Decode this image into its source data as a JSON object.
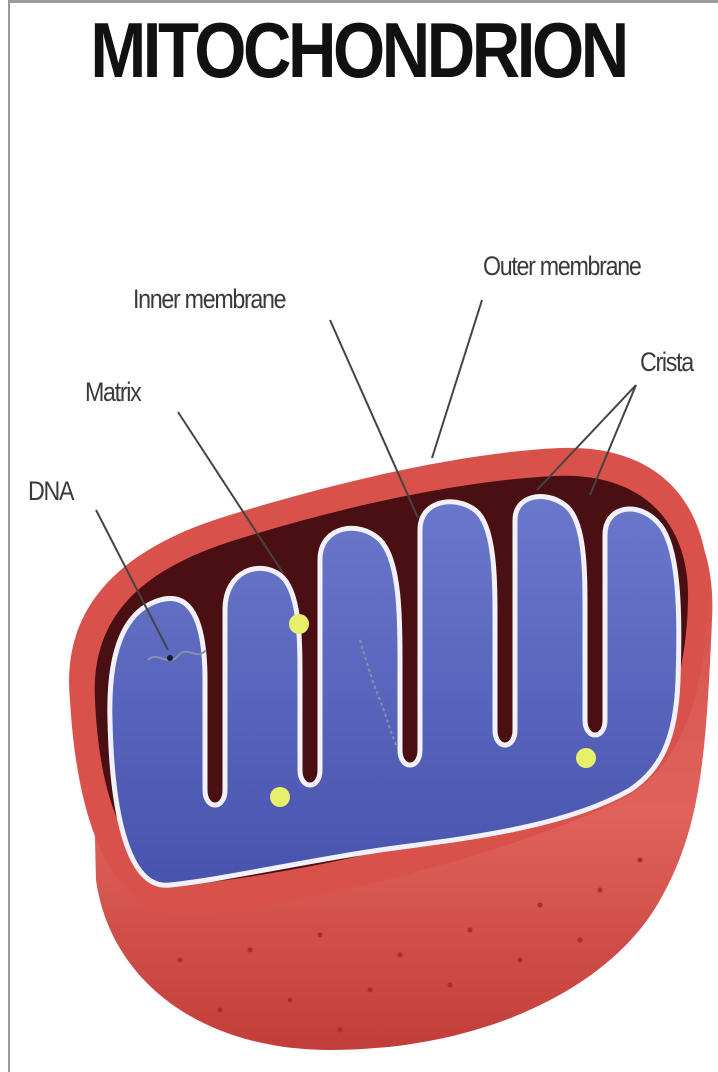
{
  "title": "MITOCHONDRION",
  "labels": {
    "outer_membrane": "Outer membrane",
    "inner_membrane": "Inner membrane",
    "crista": "Crista",
    "matrix": "Matrix",
    "dna": "DNA"
  },
  "colors": {
    "outer_membrane": "#d9514b",
    "intermembrane_space": "#4a0f12",
    "matrix": "#5260b8",
    "inner_membrane_edge": "#f2f0f8",
    "granules": "#e8ef6a",
    "leader_lines": "#444444"
  }
}
